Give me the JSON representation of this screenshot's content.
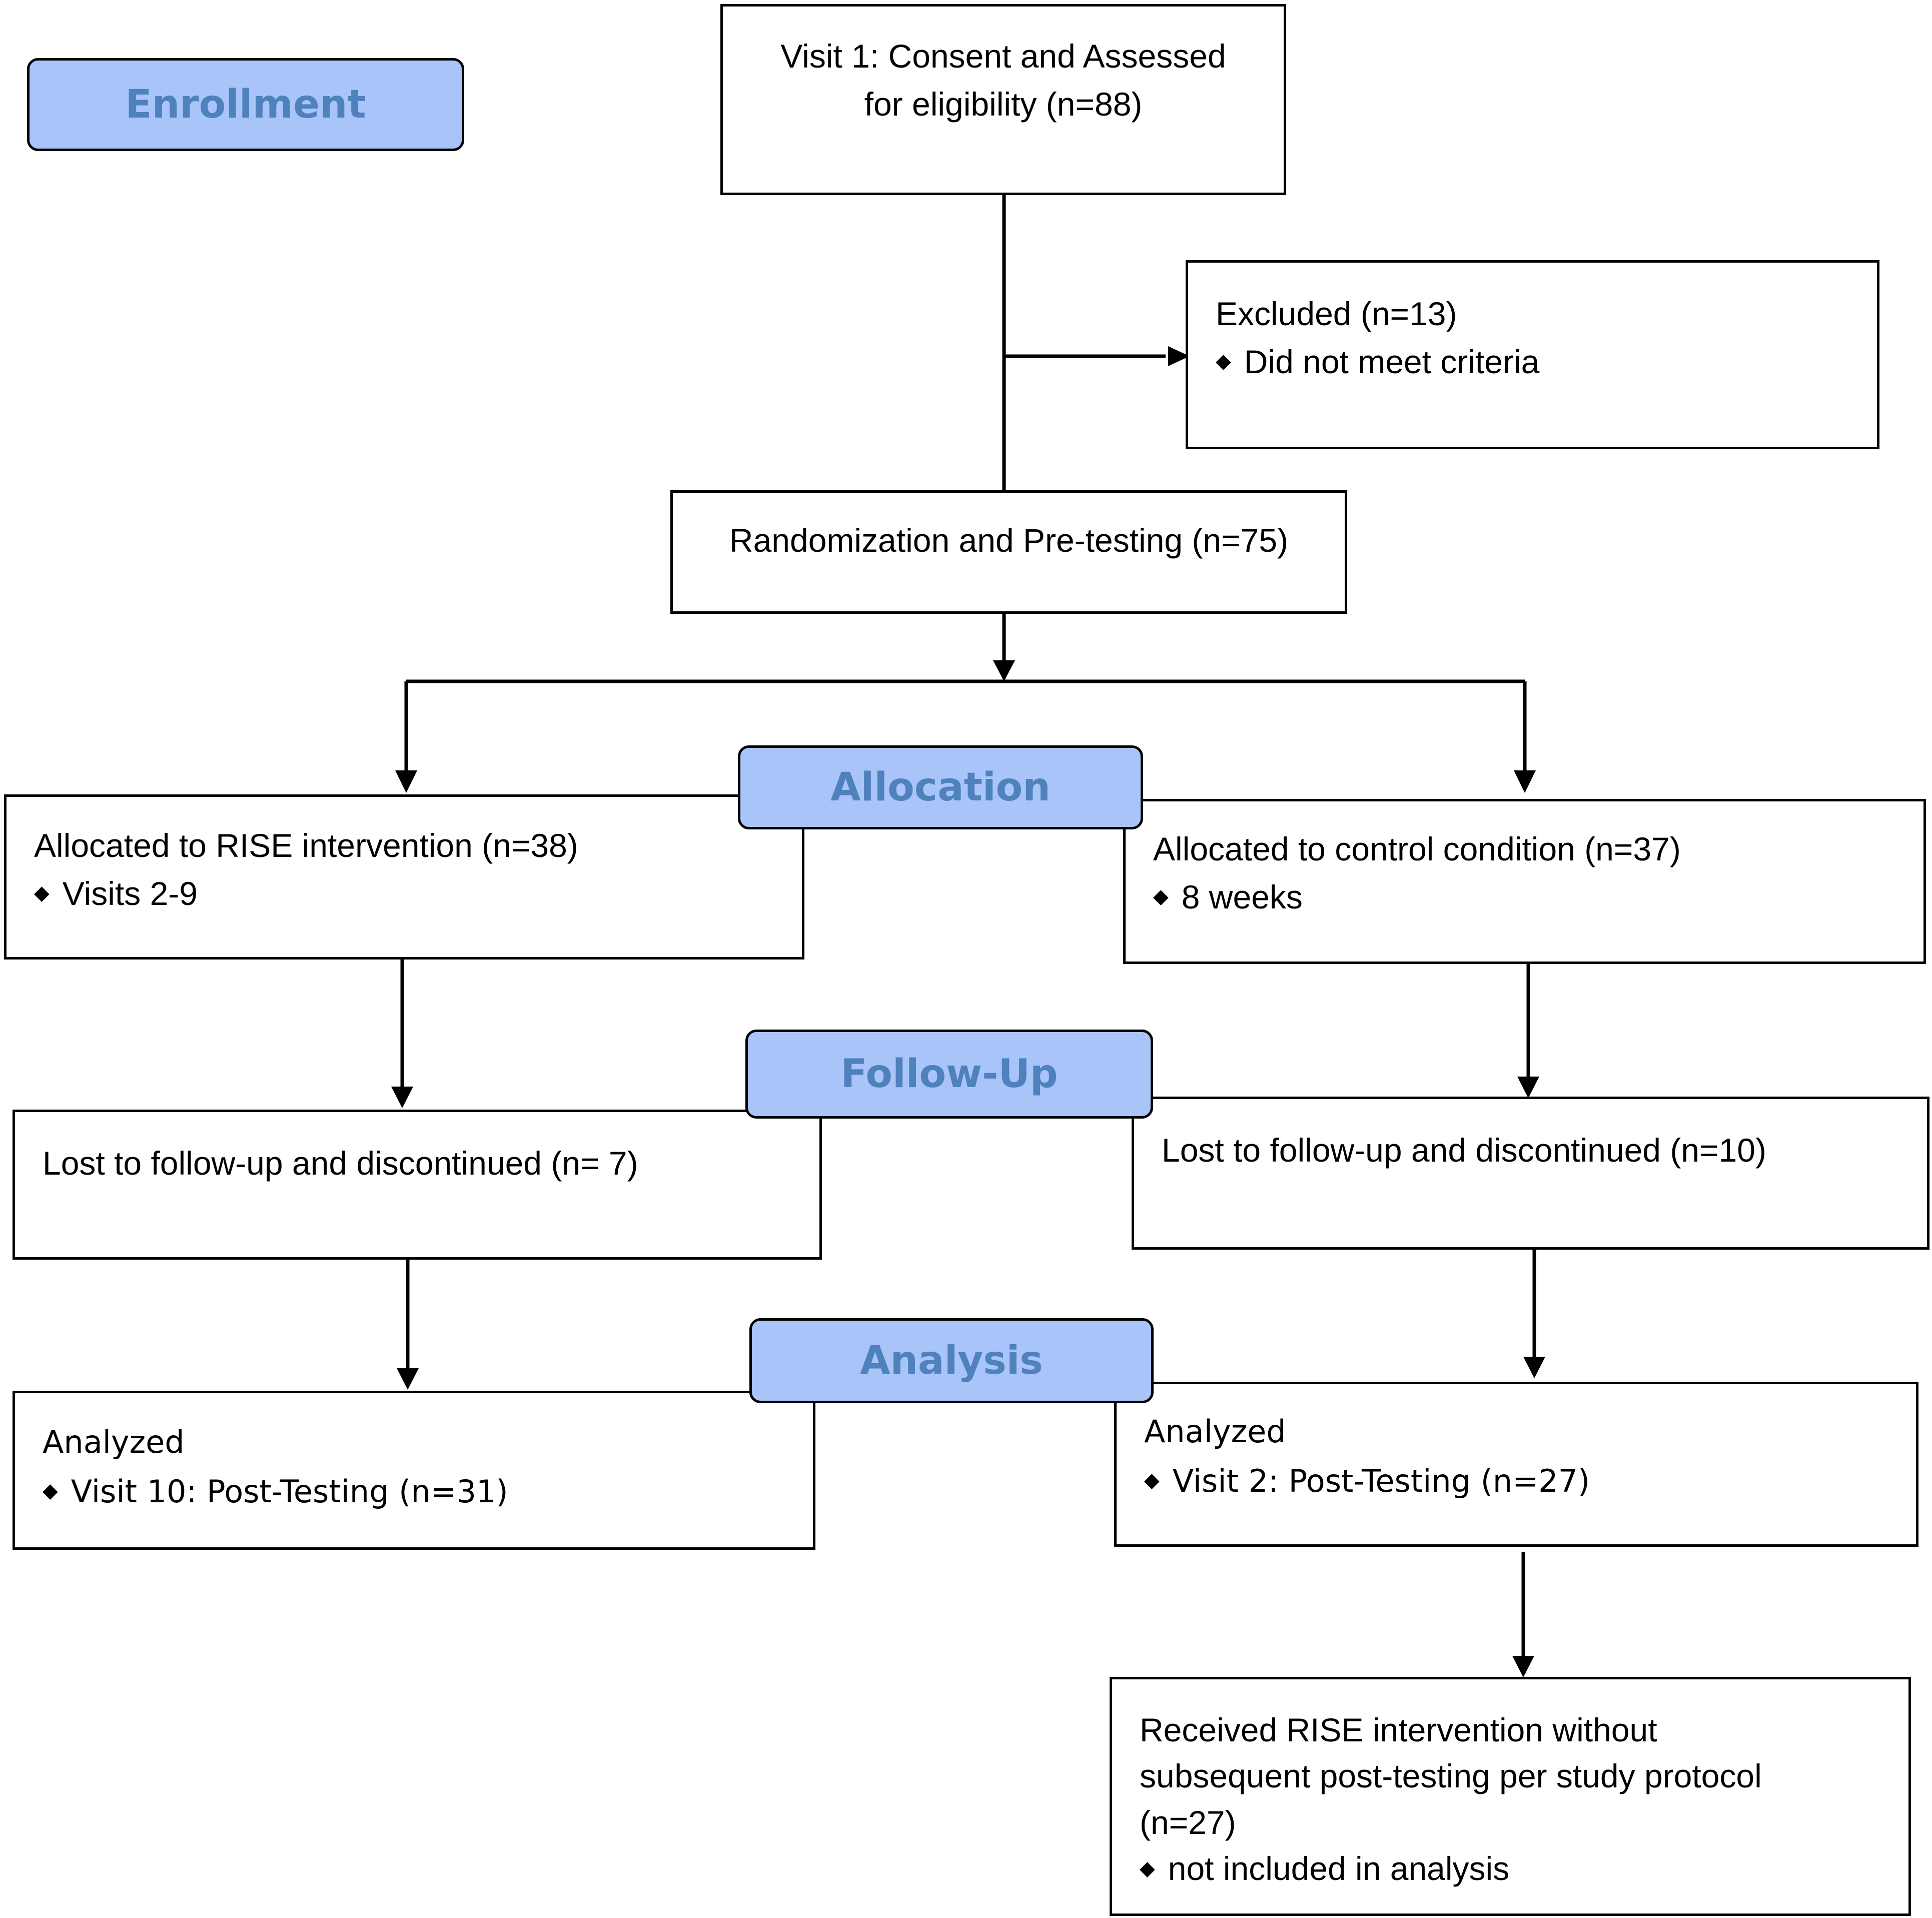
{
  "stages": {
    "enrollment": "Enrollment",
    "allocation": "Allocation",
    "follow_up": "Follow-Up",
    "analysis": "Analysis"
  },
  "visit1": {
    "line1": "Visit 1: Consent and Assessed",
    "line2": "for eligibility (n=88)"
  },
  "excluded": {
    "title": "Excluded (n=13)",
    "bullet": "Did not meet criteria"
  },
  "randomization": {
    "title": "Randomization and Pre-testing (n=75)"
  },
  "allocation_left": {
    "title": "Allocated to RISE intervention (n=38)",
    "bullet": "Visits 2-9"
  },
  "allocation_right": {
    "title": "Allocated to control condition (n=37)",
    "bullet": "8 weeks"
  },
  "followup_left": {
    "title": "Lost to follow-up and discontinued (n= 7)"
  },
  "followup_right": {
    "title": "Lost to follow-up and discontinued (n=10)"
  },
  "analysis_left": {
    "title": "Analyzed",
    "bullet": "Visit 10: Post-Testing (n=31)"
  },
  "analysis_right": {
    "title": "Analyzed",
    "bullet": "Visit 2: Post-Testing (n=27)"
  },
  "received": {
    "line1": "Received RISE intervention without",
    "line2": "subsequent post-testing per study protocol",
    "line3": "(n=27)",
    "bullet": "not included in analysis"
  },
  "colors": {
    "stage_fill": "#a8c4f8",
    "stage_text": "#4f81bd",
    "line": "#000000"
  },
  "icons": {
    "bullet": "diamond-bullet-icon",
    "arrow": "arrowhead-icon"
  }
}
